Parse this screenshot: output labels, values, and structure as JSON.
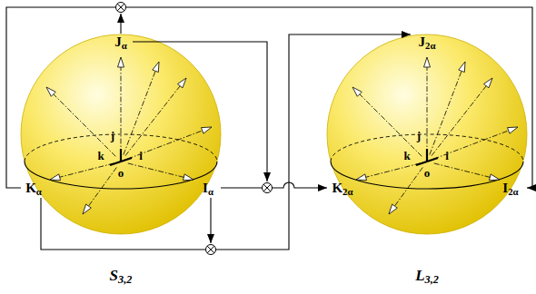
{
  "diagram": {
    "nodes": [
      {
        "text": [
          "S3,2"
        ]
      },
      {
        "text": [
          "L3,2"
        ]
      }
    ],
    "edges": [
      {
        "from": 0,
        "to": 1,
        "arrow": "to"
      },
      {
        "from": 0,
        "to": 1,
        "arrow": "to"
      },
      {
        "from": 0,
        "to": 1,
        "arrow": "to"
      }
    ],
    "labels": [
      "Jα",
      "j",
      "k",
      "o",
      "i",
      "Kα",
      "Iα",
      "J2α",
      "j",
      "k",
      "o",
      "i",
      "K2α",
      "I2α"
    ]
  }
}
